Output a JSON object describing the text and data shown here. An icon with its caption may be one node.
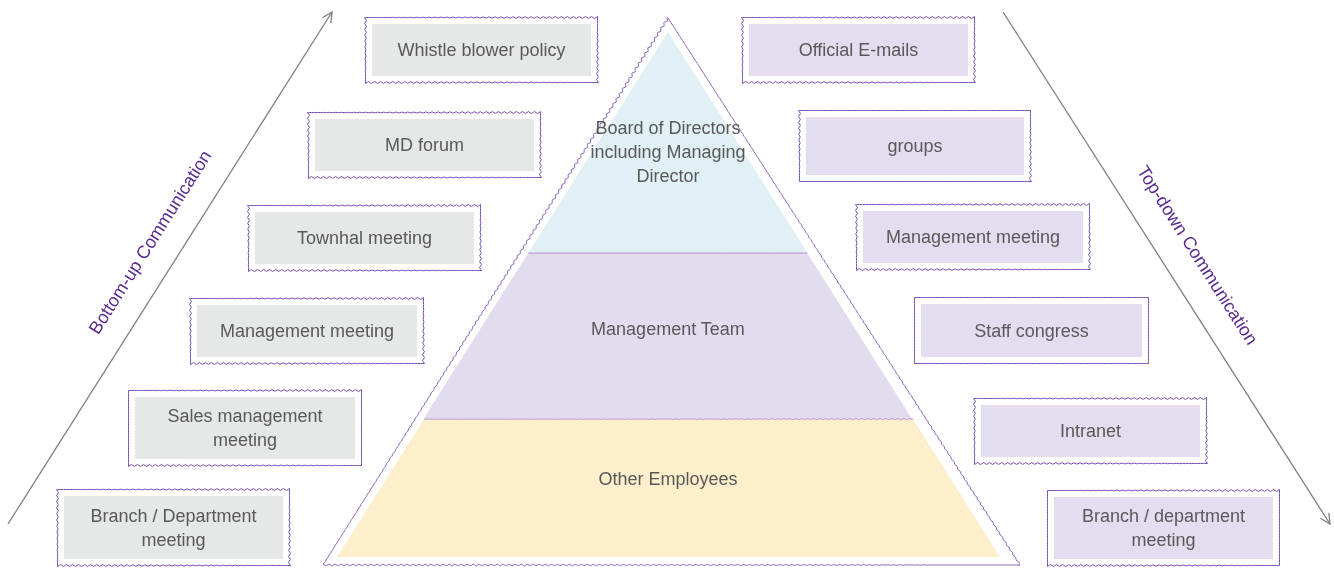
{
  "diagram": {
    "nodes": [
      {
        "text": [
          "Whistle blower policy"
        ]
      },
      {
        "text": [
          "MD forum"
        ]
      },
      {
        "text": [
          "Townhal meeting"
        ]
      },
      {
        "text": [
          "Management meeting"
        ]
      },
      {
        "text": [
          "Sales management meeting"
        ]
      },
      {
        "text": [
          "Branch / Department meeting"
        ]
      },
      {
        "text": [
          "Board of Directors including Managing Director"
        ]
      },
      {
        "text": [
          "Management Team"
        ]
      },
      {
        "text": [
          "Other Employees"
        ]
      },
      {
        "text": [
          "Official E-mails"
        ]
      },
      {
        "text": [
          "groups"
        ]
      },
      {
        "text": [
          "Management meeting"
        ]
      },
      {
        "text": [
          "Staff congress"
        ]
      },
      {
        "text": [
          "Intranet"
        ]
      },
      {
        "text": [
          "Branch / department meeting"
        ]
      }
    ],
    "edges": [],
    "labels": [
      "Bottom-up Communication",
      "Top-down Communication"
    ]
  }
}
